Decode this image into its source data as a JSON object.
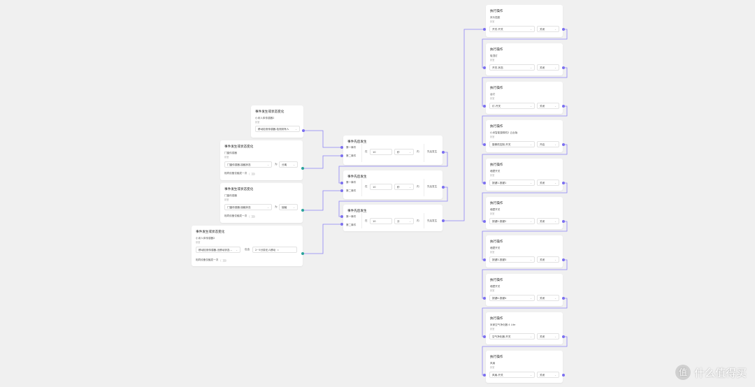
{
  "triggers": [
    {
      "title": "事件发生或状态变化",
      "device": "小米人体传感器2",
      "room": "卧室",
      "select": "移动检测传感器-检测到有人"
    },
    {
      "title": "事件发生或状态变化",
      "device": "门窗传感器",
      "room": "卧室",
      "select": "门窗传感器-接触状态",
      "op": "为",
      "value": "分离",
      "toggle": "相同设备仅触发一次"
    },
    {
      "title": "事件发生或状态变化",
      "device": "门窗传感器",
      "room": "卧室",
      "select": "门窗传感器-接触状态",
      "op": "为",
      "value": "接触",
      "toggle": "相同设备仅触发一次"
    },
    {
      "title": "事件发生或状态变化",
      "device": "小米人体传感器2",
      "room": "卧室",
      "select": "移动检测传感器-无移动状态...",
      "op": "包含",
      "value": "2~5分钟无人移动",
      "remove": "×",
      "toggle": "相同设备仅触发一次"
    }
  ],
  "sequences": [
    {
      "title": "事件先后发生",
      "first": "第一事件",
      "second": "第二事件",
      "in": "在",
      "amount": "10",
      "unit": "秒",
      "within": "内",
      "result": "先后发生"
    },
    {
      "title": "事件先后发生",
      "first": "第一事件",
      "second": "第二事件",
      "in": "在",
      "amount": "10",
      "unit": "秒",
      "within": "内",
      "result": "先后发生"
    },
    {
      "title": "事件先后发生",
      "first": "第一事件",
      "second": "第二事件",
      "in": "在",
      "amount": "10",
      "unit": "分",
      "within": "内",
      "result": "先后发生"
    }
  ],
  "actions": [
    {
      "title": "执行操作",
      "device": "床头插座",
      "room": "卧室",
      "select": "开关-开关",
      "value": "关闭"
    },
    {
      "title": "执行操作",
      "device": "吸顶灯",
      "room": "卧室",
      "select": "开关-状态",
      "value": "关闭"
    },
    {
      "title": "执行操作",
      "device": "台灯",
      "room": "卧室",
      "select": "灯-开关",
      "value": "关闭"
    },
    {
      "title": "执行操作",
      "device": "小米智能摄像机2 云台版",
      "room": "卧室",
      "select": "摄像机控制-开关",
      "value": "开启"
    },
    {
      "title": "执行操作",
      "device": "墙壁开关",
      "room": "卧室",
      "select": "按键1-按键1",
      "value": "关闭"
    },
    {
      "title": "执行操作",
      "device": "墙壁开关",
      "room": "卧室",
      "select": "按键2-按键2",
      "value": "关闭"
    },
    {
      "title": "执行操作",
      "device": "墙壁开关",
      "room": "卧室",
      "select": "按键3-按键3",
      "value": "关闭"
    },
    {
      "title": "执行操作",
      "device": "墙壁开关",
      "room": "卧室",
      "select": "按键4-按键4",
      "value": "关闭"
    },
    {
      "title": "执行操作",
      "device": "米家空气净化器 4 Lite",
      "room": "卧室",
      "select": "空气净化器-开关",
      "value": "关闭"
    },
    {
      "title": "执行操作",
      "device": "风扇",
      "room": "卧室",
      "select": "风扇-开关",
      "value": "关闭"
    }
  ],
  "colors": {
    "wire": "#8c82f5",
    "port": "#7b6ff0",
    "port_out": "#2aa39a"
  },
  "watermark": {
    "logo": "值",
    "text": "什么值得买"
  }
}
